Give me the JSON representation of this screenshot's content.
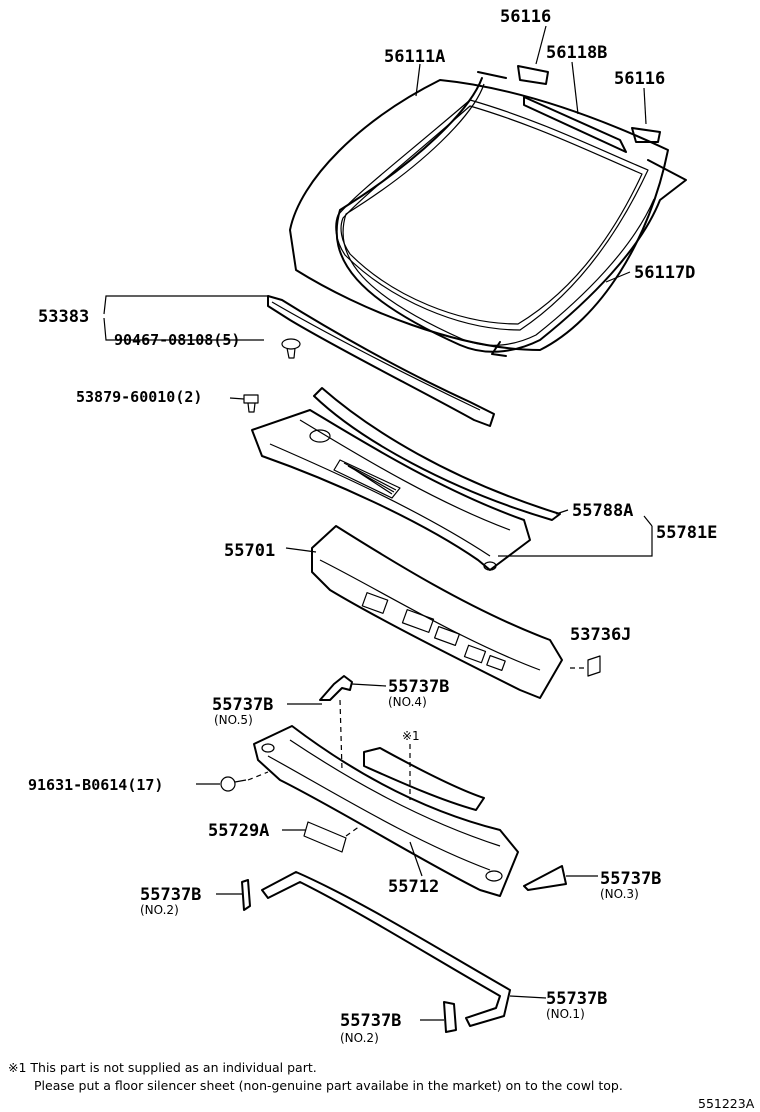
{
  "labels": {
    "p56116_top": "56116",
    "p56111A": "56111A",
    "p56118B": "56118B",
    "p56116_right": "56116",
    "p56117D": "56117D",
    "p53383": "53383",
    "p90467": "90467-08108(5)",
    "p53879": "53879-60010(2)",
    "p55788A": "55788A",
    "p55781E": "55781E",
    "p55701": "55701",
    "p53736J": "53736J",
    "p55737B_no5": "55737B",
    "p55737B_no5_sub": "(NO.5)",
    "p55737B_no4": "55737B",
    "p55737B_no4_sub": "(NO.4)",
    "note_mark": "※1",
    "p91631": "91631-B0614(17)",
    "p55729A": "55729A",
    "p55712": "55712",
    "p55737B_no3": "55737B",
    "p55737B_no3_sub": "(NO.3)",
    "p55737B_no2a": "55737B",
    "p55737B_no2a_sub": "(NO.2)",
    "p55737B_no1": "55737B",
    "p55737B_no1_sub": "(NO.1)",
    "p55737B_no2b": "55737B",
    "p55737B_no2b_sub": "(NO.2)"
  },
  "footnote": {
    "line1": "※1 This part is not supplied as an individual part.",
    "line2": "Please put a floor silencer sheet (non-genuine part availabe in the market) on to the cowl top."
  },
  "diagram_id": "551223A"
}
